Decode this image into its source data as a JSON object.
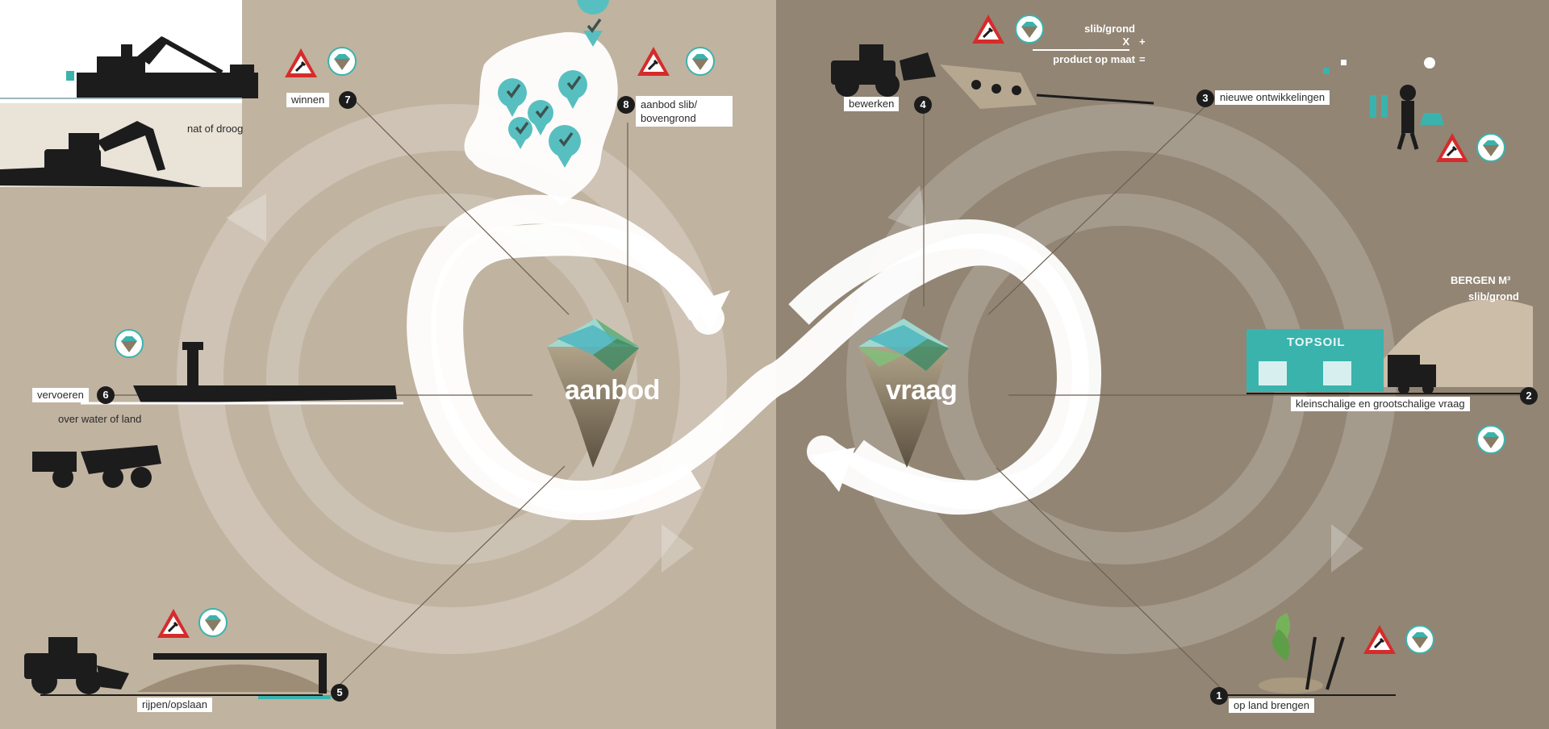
{
  "center": {
    "left_word": "aanbod",
    "right_word": "vraag"
  },
  "steps": {
    "s1": {
      "num": "1",
      "label": "op land brengen"
    },
    "s2": {
      "num": "2",
      "label": "kleinschalige en grootschalige vraag"
    },
    "s3": {
      "num": "3",
      "label": "nieuwe ontwikkelingen"
    },
    "s4": {
      "num": "4",
      "label": "bewerken"
    },
    "s5": {
      "num": "5",
      "label": "rijpen/opslaan"
    },
    "s6": {
      "num": "6",
      "label": "vervoeren"
    },
    "s7": {
      "num": "7",
      "label": "winnen"
    },
    "s8": {
      "num": "8",
      "label": "aanbod slib/ bovengrond"
    }
  },
  "notes": {
    "nat_of_droog": "nat of droog",
    "over_water": "over water of land",
    "bergen": "BERGEN M³",
    "slib_grond_right": "slib/grond",
    "topsoil": "TOPSOIL"
  },
  "formula": {
    "top": "slib/grond",
    "x": "X",
    "plus": "+",
    "bottom": "product op maat",
    "eq": "="
  },
  "colors": {
    "left_bg": "#c0b3a0",
    "right_bg": "#928574",
    "teal": "#3ab3ad",
    "warning_red": "#d62b2b",
    "dark": "#1c1c1c"
  },
  "icons": [
    "warning-digging-icon",
    "diamond-badge-icon",
    "checkmark-pin-icon"
  ]
}
